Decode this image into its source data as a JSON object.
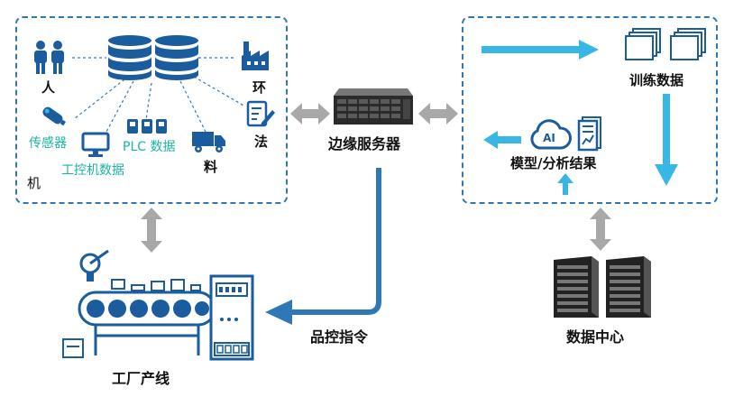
{
  "edge_region": {
    "label_person": "人",
    "label_machine": "机",
    "label_material": "料",
    "label_method": "法",
    "label_environment": "环",
    "sensor": "传感器",
    "ipc_data": "工控机数据",
    "plc_data": "PLC 数据"
  },
  "edge_server": "边缘服务器",
  "cloud_region": {
    "training_data": "训练数据",
    "model_results": "模型/分析结果",
    "ai_badge": "AI"
  },
  "quality_command": "品控指令",
  "factory_line": "工厂产线",
  "data_center": "数据中心",
  "colors": {
    "dashed_border": "#2e78b7",
    "icon_blue": "#1a5c9e",
    "light_arrow": "#38b6e6",
    "grey_arrow": "#a8a8a8",
    "teal_text": "#1bb3a3"
  }
}
